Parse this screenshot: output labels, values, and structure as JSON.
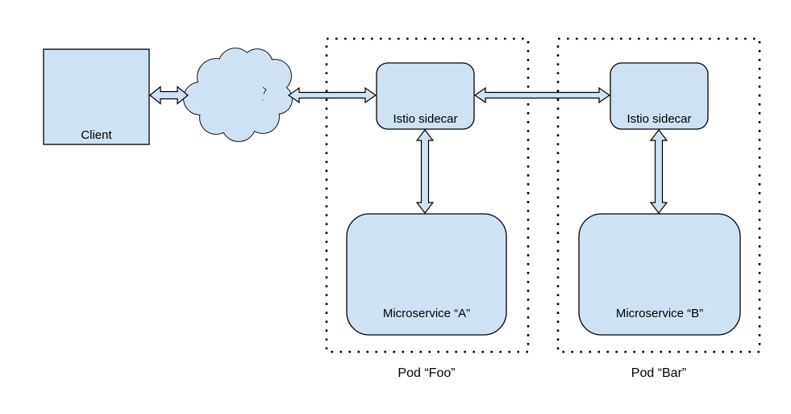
{
  "diagram": {
    "type": "service-mesh-architecture",
    "colors": {
      "node_fill": "#cfe2f3",
      "node_stroke": "#000000",
      "background": "#ffffff",
      "text": "#000000"
    },
    "nodes": {
      "client": {
        "label": "Client",
        "shape": "rectangle"
      },
      "network": {
        "label": "",
        "shape": "cloud"
      },
      "sidecar_foo": {
        "label": "Istio sidecar",
        "shape": "rounded-rectangle"
      },
      "sidecar_bar": {
        "label": "Istio sidecar",
        "shape": "rounded-rectangle"
      },
      "service_a": {
        "label": "Microservice “A”",
        "shape": "rounded-rectangle"
      },
      "service_b": {
        "label": "Microservice “B”",
        "shape": "rounded-rectangle"
      }
    },
    "pods": {
      "foo": {
        "label": "Pod “Foo”",
        "border": "dotted"
      },
      "bar": {
        "label": "Pod “Bar”",
        "border": "dotted"
      }
    },
    "edges": [
      {
        "from": "client",
        "to": "network",
        "style": "double-headed-arrow"
      },
      {
        "from": "network",
        "to": "sidecar_foo",
        "style": "double-headed-arrow"
      },
      {
        "from": "sidecar_foo",
        "to": "sidecar_bar",
        "style": "double-headed-arrow"
      },
      {
        "from": "sidecar_foo",
        "to": "service_a",
        "style": "double-headed-arrow"
      },
      {
        "from": "sidecar_bar",
        "to": "service_b",
        "style": "double-headed-arrow"
      }
    ]
  }
}
